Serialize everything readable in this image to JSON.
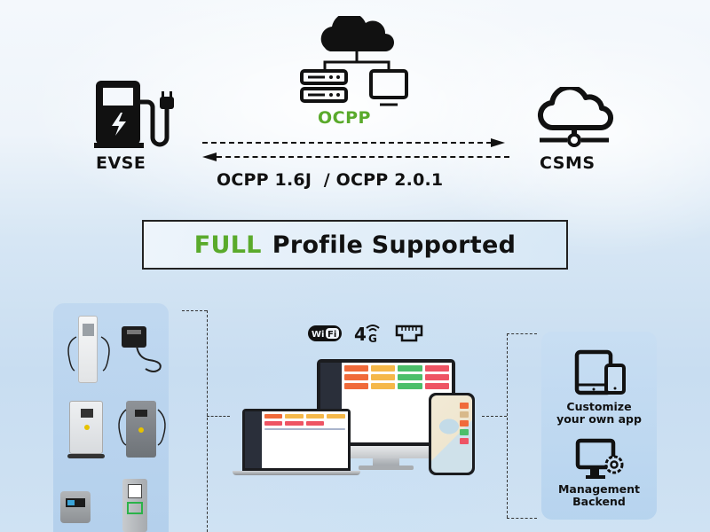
{
  "top": {
    "evse_label": "EVSE",
    "ocpp_label": "OCPP",
    "csms_label": "CSMS",
    "protocol_versions": "OCPP 1.6J  / OCPP 2.0.1",
    "icons": [
      "ev-charger-icon",
      "cloud-network-icon",
      "cloud-server-icon"
    ]
  },
  "banner": {
    "highlight": "FULL",
    "text": "Profile Supported"
  },
  "connectivity": {
    "icons": [
      "wifi-icon",
      "4g-icon",
      "ethernet-port-icon"
    ],
    "wifi_text": "Wi Fi",
    "fourg_text": "4G"
  },
  "right_panel": {
    "items": [
      {
        "icon": "tablet-phone-icon",
        "line1": "Customize",
        "line2": "your own app"
      },
      {
        "icon": "monitor-gear-icon",
        "line1": "Management",
        "line2": "Backend"
      }
    ]
  },
  "left_panel": {
    "chargers": [
      "dc-charger-white",
      "wallbox-black",
      "dc-charger-dual-white",
      "dc-charger-grey",
      "wallbox-grey",
      "dc-charger-tall"
    ]
  },
  "colors": {
    "accent_green": "#5aaa2b",
    "text_black": "#111111"
  }
}
